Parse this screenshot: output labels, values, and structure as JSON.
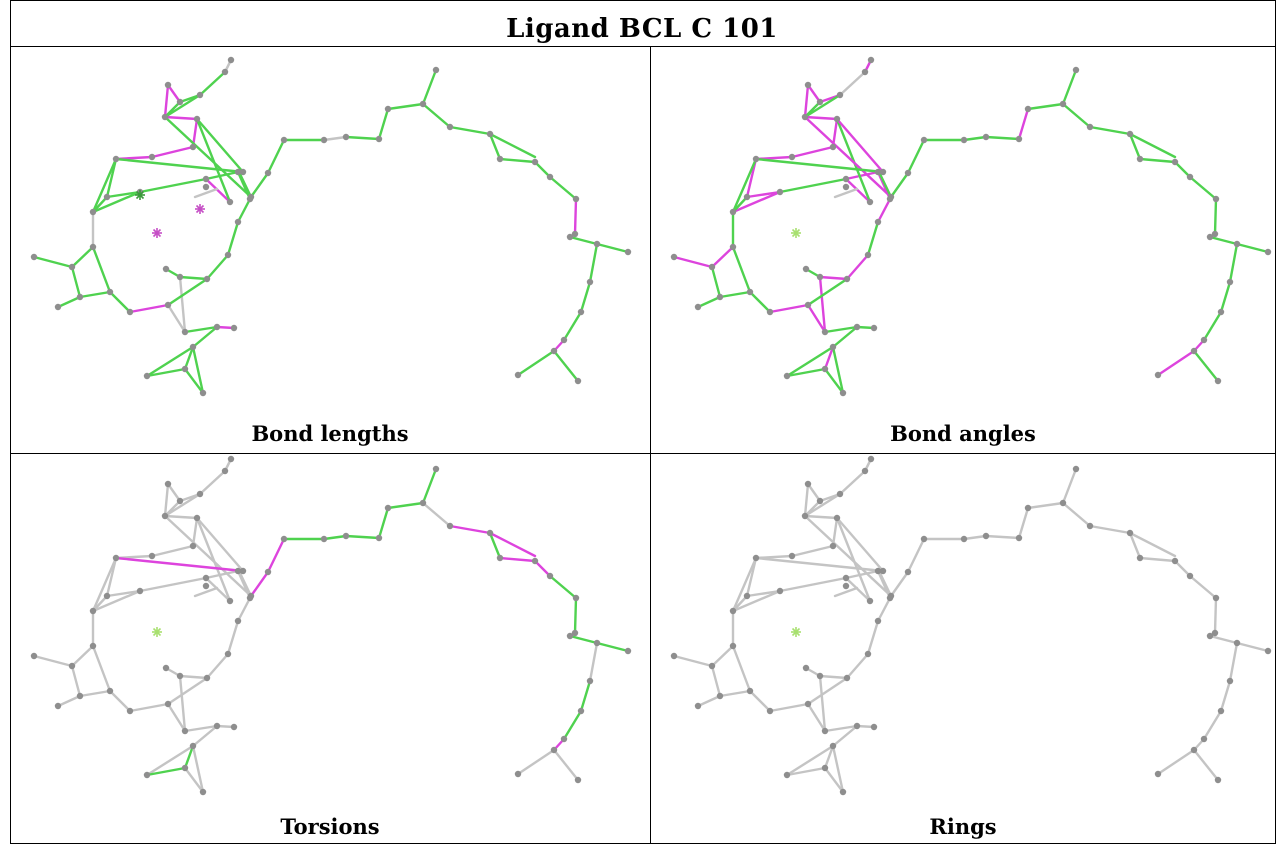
{
  "title": "Ligand BCL C 101",
  "colors": {
    "green": "#4fd24f",
    "magenta": "#dd44dd",
    "grey": "#c4c4c4",
    "atom": "#8e8e8e"
  },
  "panels": [
    {
      "id": "bond-lengths",
      "caption": "Bond lengths",
      "star_colors": [
        "#3a9a3a",
        "#c64fc6",
        "#c64fc6"
      ],
      "default_color": "green",
      "overrides": {
        "3-4": "magenta",
        "4-5": "magenta",
        "5-6": "magenta",
        "6-7": "magenta",
        "7-8": "magenta",
        "20-21": "magenta",
        "21-22": "grey",
        "1-37": "grey",
        "37-38": "grey",
        "35-36": "magenta",
        "42-43": "grey",
        "22-23": "grey",
        "32-33": "grey",
        "58-59": "magenta",
        "65-66": "magenta",
        "26-27": "magenta",
        "47-48": "grey",
        "13-14": "grey",
        "8-10": "magenta"
      }
    },
    {
      "id": "bond-angles",
      "caption": "Bond angles",
      "star_colors": [
        "#a8e070"
      ],
      "default_color": "green",
      "overrides": {
        "3-4": "magenta",
        "4-5": "magenta",
        "5-6": "magenta",
        "6-7": "magenta",
        "7-8": "magenta",
        "8-10": "magenta",
        "10-11": "magenta",
        "11-12": "magenta",
        "12-13": "magenta",
        "20-21": "magenta",
        "21-22": "magenta",
        "22-23": "magenta",
        "23-24": "magenta",
        "24-25": "magenta",
        "25-26": "magenta",
        "26-27": "magenta",
        "27-28": "magenta",
        "28-29": "magenta",
        "29-30": "magenta",
        "30-31": "magenta",
        "31-32": "magenta",
        "32-33": "grey",
        "33-34": "grey",
        "34-35": "grey",
        "38-39": "magenta",
        "14-15": "magenta",
        "15-16": "magenta",
        "2-3": "magenta",
        "49-50": "magenta",
        "42-43": "magenta",
        "65-66": "magenta",
        "66-67": "magenta",
        "1-2": "grey",
        "37-38": "grey",
        "6-42": "magenta",
        "5-44": "magenta",
        "1-37": "magenta",
        "13-49": "magenta"
      }
    },
    {
      "id": "torsions",
      "caption": "Torsions",
      "star_colors": [
        "#a8e070"
      ],
      "default_color": "grey",
      "overrides": {
        "39-40": "green",
        "40-41": "green",
        "39-38": "green",
        "44-45": "magenta",
        "45-46": "magenta",
        "46-47": "green",
        "47-48": "green",
        "48-49": "green",
        "49-50": "green",
        "50-51": "green",
        "51-52": "green",
        "52-53": "magenta",
        "53-54": "magenta",
        "54-55": "green",
        "55-56": "magenta",
        "56-57": "magenta",
        "57-58": "green",
        "58-59": "green",
        "59-60": "magenta",
        "60-61": "green",
        "61-62": "green",
        "62-63": "green",
        "63-64": "green",
        "64-65": "green",
        "65-66": "magenta",
        "66-67": "grey",
        "66-68": "grey",
        "10-42": "magenta",
        "54-69": "magenta"
      }
    },
    {
      "id": "rings",
      "caption": "Rings",
      "star_colors": [
        "#a8e070"
      ],
      "default_color": "grey",
      "overrides": {}
    }
  ]
}
